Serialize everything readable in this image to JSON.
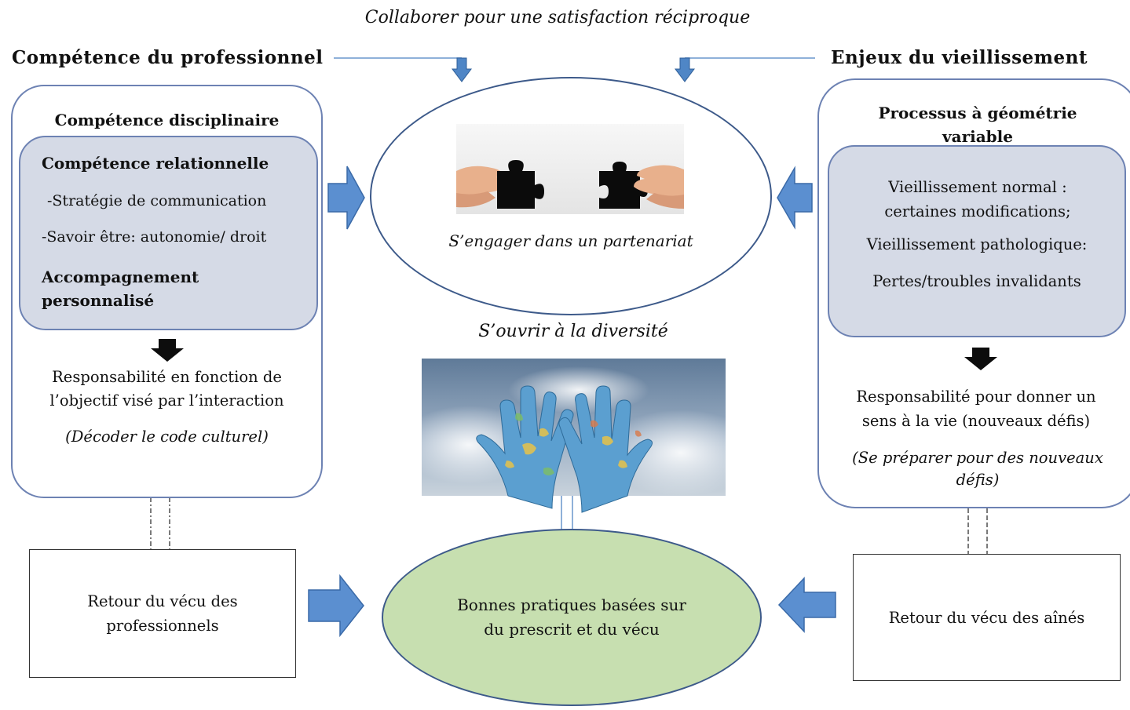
{
  "top": {
    "collab": "Collaborer pour une satisfaction réciproque",
    "left_heading": "Compétence du professionnel",
    "right_heading": "Enjeux du vieillissement"
  },
  "left_box": {
    "title": "Compétence disciplinaire",
    "inner": {
      "heading": "Compétence relationnelle",
      "item1": "-Stratégie de communication",
      "item2": "-Savoir être: autonomie/ droit",
      "item3": "Accompagnement personnalisé"
    },
    "resp": "Responsabilité en fonction de l’objectif visé par l’interaction",
    "note": "(Décoder le code culturel)"
  },
  "right_box": {
    "title": "Processus à géométrie variable",
    "inner": {
      "l1": "Vieillissement normal : certaines modifications;",
      "l2": "Vieillissement pathologique:",
      "l3": "Pertes/troubles invalidants"
    },
    "resp": "Responsabilité pour donner un sens à la vie (nouveaux défis)",
    "note": "(Se préparer pour des nouveaux défis)"
  },
  "center": {
    "partnership": "S’engager dans un partenariat",
    "diversity": "S’ouvrir à la diversité",
    "best_practice": "Bonnes pratiques basées sur du prescrit et du vécu"
  },
  "bottom": {
    "left_box": "Retour du vécu des professionnels",
    "right_box": "Retour du vécu des aînés"
  },
  "icons": [
    "puzzle-hands-image",
    "world-map-hands-image",
    "block-arrow-right-icon",
    "block-arrow-left-icon",
    "arrow-down-icon"
  ],
  "colors": {
    "arrow": "#5b8fd0",
    "inner_fill": "#d5dae6",
    "green_ellipse": "#c7dfb0",
    "border": "#6d82b3"
  }
}
